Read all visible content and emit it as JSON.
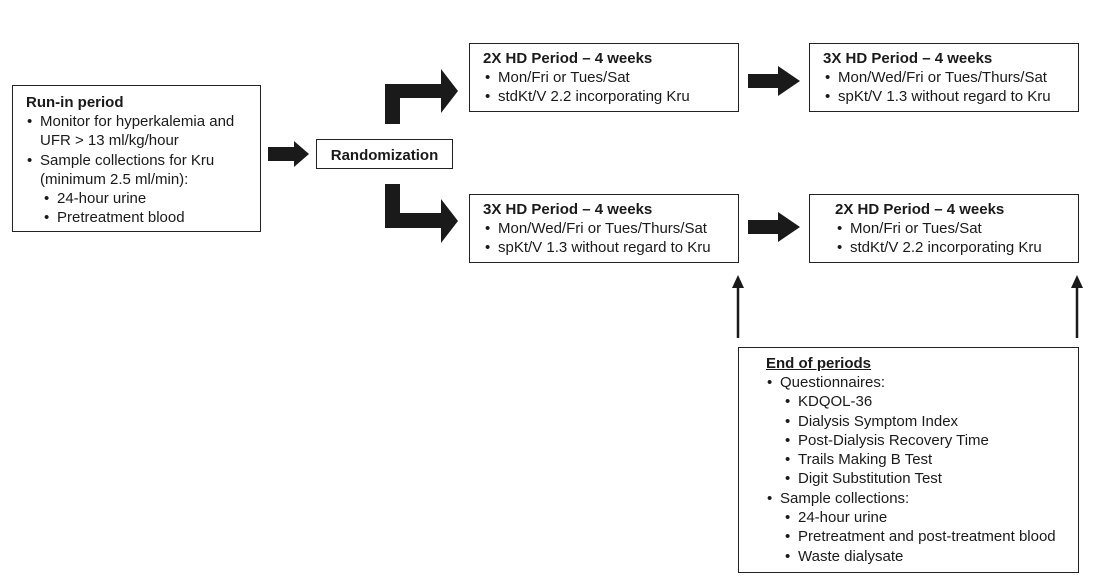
{
  "run_in": {
    "title": "Run-in period",
    "lines": [
      {
        "text": "Monitor for hyperkalemia and",
        "bullet": true
      },
      {
        "text": "UFR > 13 ml/kg/hour",
        "bullet": false
      },
      {
        "text": "Sample collections for Kru",
        "bullet": true
      },
      {
        "text": "(minimum 2.5 ml/min):",
        "bullet": false
      }
    ],
    "sub_items": [
      "24-hour urine",
      "Pretreatment blood"
    ]
  },
  "randomization": {
    "label": "Randomization"
  },
  "arm_a_period_1": {
    "title": "2X HD Period – 4 weeks",
    "items": [
      "Mon/Fri or Tues/Sat",
      "stdKt/V 2.2 incorporating Kru"
    ]
  },
  "arm_a_period_2": {
    "title": "3X HD Period – 4 weeks",
    "items": [
      "Mon/Wed/Fri or Tues/Thurs/Sat",
      "spKt/V 1.3 without regard to Kru"
    ]
  },
  "arm_b_period_1": {
    "title": "3X HD Period – 4 weeks",
    "items": [
      "Mon/Wed/Fri or Tues/Thurs/Sat",
      "spKt/V 1.3 without regard to Kru"
    ]
  },
  "arm_b_period_2": {
    "title": "2X HD Period – 4 weeks",
    "items": [
      "Mon/Fri or Tues/Sat",
      "stdKt/V 2.2 incorporating Kru"
    ]
  },
  "end_of_periods": {
    "title": "End of periods",
    "questionnaires_label": "Questionnaires:",
    "questionnaires": [
      "KDQOL-36",
      "Dialysis Symptom Index",
      "Post-Dialysis Recovery Time",
      "Trails Making B Test",
      "Digit Substitution Test"
    ],
    "samples_label": "Sample collections:",
    "samples": [
      "24-hour urine",
      "Pretreatment and post-treatment blood",
      "Waste dialysate"
    ]
  },
  "colors": {
    "line": "#1a1a1a",
    "box_border": "#222222"
  }
}
